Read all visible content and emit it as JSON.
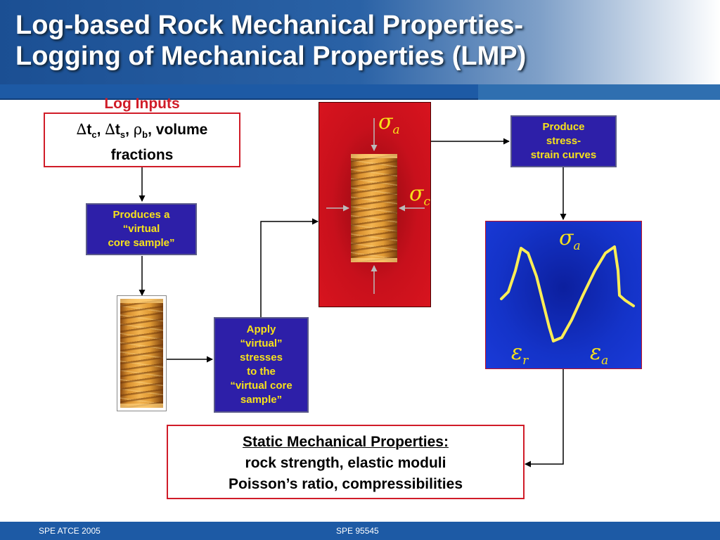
{
  "title": {
    "line1": "Log-based Rock Mechanical Properties-",
    "line2": "Logging of Mechanical Properties (LMP)"
  },
  "log_inputs": {
    "heading": "Log Inputs",
    "delta1": "∆",
    "t1": "t",
    "sub1": "c",
    "sep1": ", ",
    "delta2": "∆",
    "t2": "t",
    "sub2": "s",
    "sep2": ", ",
    "rho": "ρ",
    "sub3": "b",
    "tail": ", volume",
    "line2": "fractions"
  },
  "boxes": {
    "produces": [
      "Produces a",
      "“virtual",
      "core sample”"
    ],
    "apply": [
      "Apply",
      "“virtual”",
      "stresses",
      "to the",
      "“virtual core",
      "sample”"
    ],
    "stress_strain": [
      "Produce",
      "stress-",
      "strain curves"
    ]
  },
  "static": {
    "line1": "Static Mechanical Properties:",
    "line2": "rock strength, elastic moduli",
    "line3": "Poisson’s ratio, compressibilities"
  },
  "symbols": {
    "sigma": "σ",
    "epsilon": "ε",
    "sub_a": "a",
    "sub_c": "c",
    "sub_r": "r"
  },
  "footer": {
    "left": "SPE ATCE 2005",
    "right": "SPE 95545"
  },
  "colors": {
    "header_blue": "#1b4f93",
    "box_blue": "#2d1fa8",
    "box_text_yellow": "#f7e21a",
    "red_panel": "#c8101c",
    "border_red": "#d01c28",
    "plot_blue": "#1433c8",
    "curve_yellow": "#ffee55"
  }
}
